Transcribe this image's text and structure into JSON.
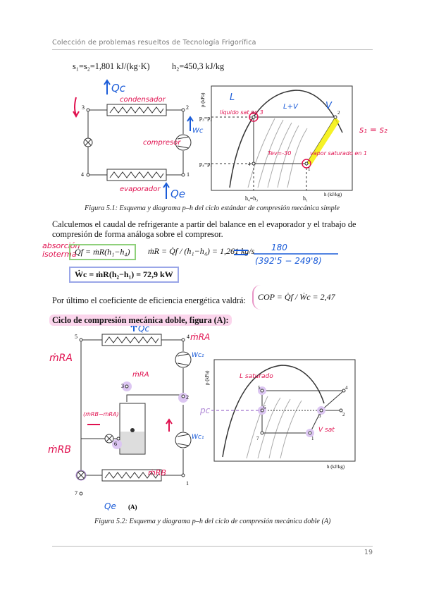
{
  "header": {
    "title": "Colección de problemas resueltos de Tecnología Frigorífica"
  },
  "top_eq": {
    "s": "s₁=s₂=1,801 kJ/(kg·K)",
    "h2": "h₂=450,3 kJ/kg"
  },
  "fig1": {
    "caption": "Figura 5.1: Esquema y diagrama p–h del ciclo estándar de compresión mecánica simple",
    "Qc": "Qc",
    "Qe": "Qe",
    "Wc": "Wc",
    "cond": "condensador",
    "evap": "evaporador",
    "comp": "compresor",
    "L": "L",
    "LV": "L+V",
    "V": "V",
    "liq": "líquido sat en 3",
    "vap": "vapor saturado en 1",
    "teva": "Tev=-30",
    "s_eq": "s₁ = s₂",
    "yaxis": "p (kPa)",
    "xaxis": "h (kJ/kg)",
    "pc": "p₃=p₂",
    "pe": "p₄=p₁",
    "hk": "h₄=h₃",
    "h1": "h₁",
    "nums": [
      "1",
      "2",
      "3",
      "4"
    ]
  },
  "para1": "Calculemos el caudal de refrigerante a partir del balance en el evaporador y el trabajo de compresión de forma análoga sobre el compresor.",
  "eqs": {
    "abs_iso": "absorción isoterma",
    "q": "Q̇f = ṁR(h₁−h₄)",
    "m": "ṁR = Q̇f / (h₁−h₄) = 1,261 kg/s",
    "mhand_num": "180",
    "mhand_den": "(392'5 − 249'8)",
    "w": "Ẇc = ṁR(h₂−h₁) = 72,9 kW"
  },
  "para2": "Por último el coeficiente de eficiencia energética valdrá:",
  "cop": "COP = Q̇f / Ẇc = 2,47",
  "section": "Ciclo de compresión mecánica doble, figura (A):",
  "fig2": {
    "caption": "Figura 5.2: Esquema y diagrama p–h del ciclo de compresión mecánica doble (A)",
    "Qc": "Qc",
    "Qe": "Qe",
    "mRA": "ṁRA",
    "mRB": "ṁRB",
    "mṘA": "ṁRA",
    "Wc2": "Wc₂",
    "Wc1": "Wc₁",
    "mdiff": "(ṁRB−ṁRA)",
    "label_A": "(A)",
    "Lsat": "L saturado",
    "Vsat": "V sat",
    "pc": "pc",
    "yaxis": "p (kPa)",
    "xaxis": "h (kJ/kg)",
    "nums": [
      "1",
      "2",
      "3",
      "4",
      "5",
      "6",
      "7"
    ]
  },
  "footer": {
    "page": "19"
  }
}
